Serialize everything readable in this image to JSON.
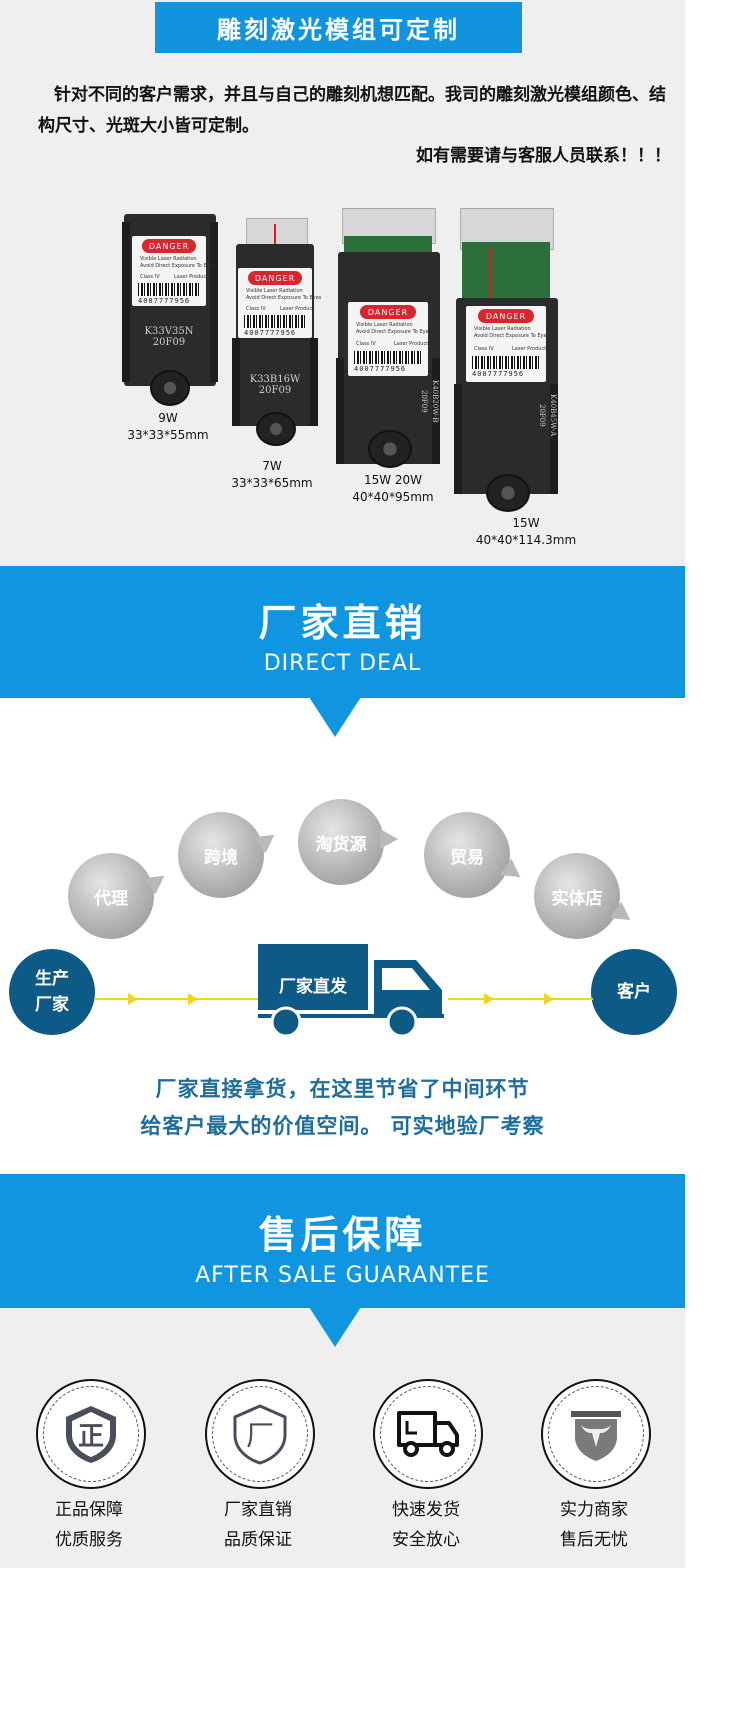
{
  "header": {
    "title": "雕刻激光模组可定制",
    "intro": "针对不同的客户需求，并且与自己的雕刻机想匹配。我司的雕刻激光模组颜色、结构尺寸、光斑大小皆可定制。",
    "contact": "如有需要请与客服人员联系！！！"
  },
  "products": [
    {
      "power": "9W",
      "size": "33*33*55mm",
      "engrave_1": "K33V35N",
      "engrave_2": "20F09"
    },
    {
      "power": "7W",
      "size": "33*33*65mm",
      "engrave_1": "K33B16W",
      "engrave_2": "20F09"
    },
    {
      "power": "15W  20W",
      "size": "40*40*95mm",
      "engrave_1": "K40B20W-B",
      "engrave_2": "20F09"
    },
    {
      "power": "15W",
      "size": "40*40*114.3mm",
      "engrave_1": "K40B45W-A",
      "engrave_2": "20F09"
    }
  ],
  "module_label": {
    "danger": "DANGER",
    "line1": "Visible Laser Radiation",
    "line2": "Avoid Direct Exposure To Eyes",
    "class": "Class IV",
    "product": "Laser Product",
    "barcode": "4007777956"
  },
  "direct": {
    "title_cn": "厂家直销",
    "title_en": "DIRECT DEAL",
    "bubbles": [
      "代理",
      "跨境",
      "淘货源",
      "贸易",
      "实体店"
    ],
    "producer": "生产厂家",
    "producer_line1": "生产",
    "producer_line2": "厂家",
    "truck_label": "厂家直发",
    "customer": "客户",
    "tagline_1": "厂家直接拿货，在这里节省了中间环节",
    "tagline_2": "给客户最大的价值空间。 可实地验厂考察"
  },
  "after_sale": {
    "title_cn": "售后保障",
    "title_en": "AFTER SALE GUARANTEE",
    "items": [
      {
        "icon": "shield-zheng-icon",
        "glyph": "正",
        "line1": "正品保障",
        "line2": "优质服务"
      },
      {
        "icon": "shield-chang-icon",
        "glyph": "厂",
        "line1": "厂家直销",
        "line2": "品质保证"
      },
      {
        "icon": "delivery-truck-icon",
        "line1": "快速发货",
        "line2": "安全放心"
      },
      {
        "icon": "bull-shield-icon",
        "line1": "实力商家",
        "line2": "售后无忧"
      }
    ]
  },
  "colors": {
    "brand_blue": "#1096e0",
    "dark_blue": "#0e5a86",
    "arrow_yellow": "#f0d51c",
    "danger_red": "#d8262c"
  }
}
